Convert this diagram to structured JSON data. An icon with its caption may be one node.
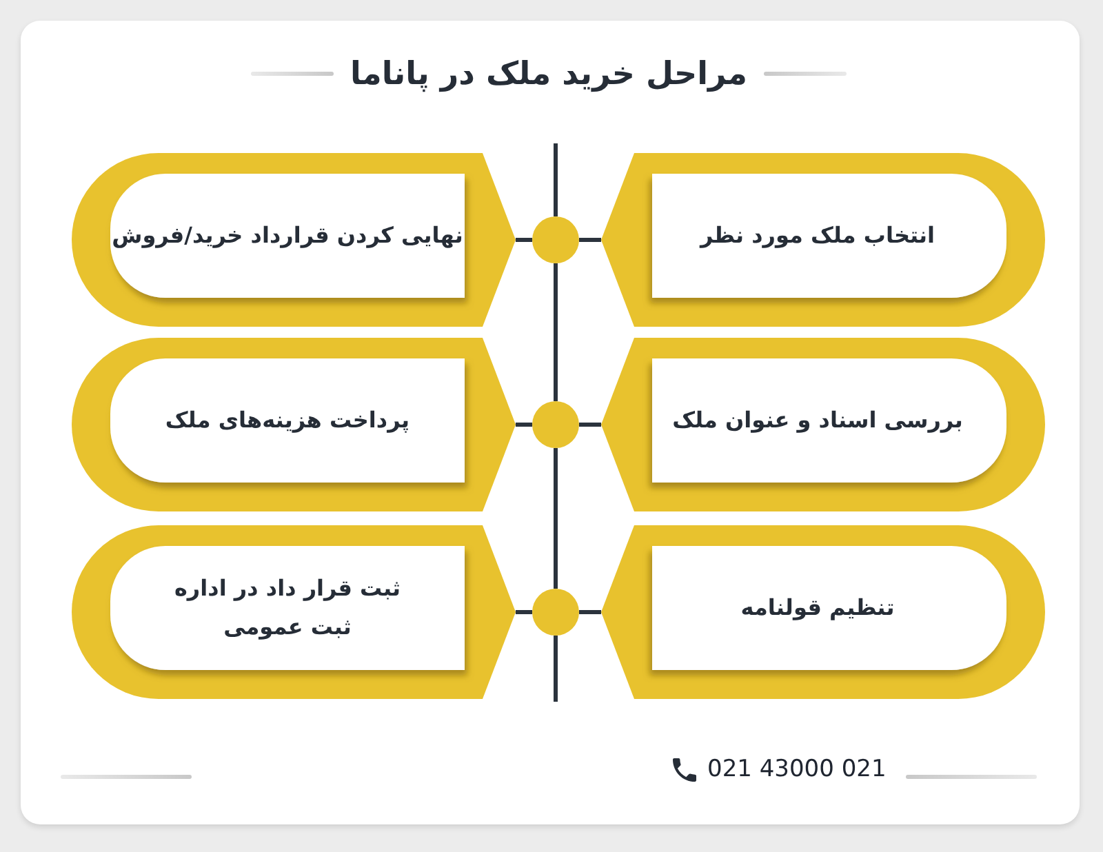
{
  "diagram": {
    "title": "مراحل خرید ملک در پاناما",
    "nodes": [
      {
        "text": [
          "انتخاب ملک مورد نظر"
        ]
      },
      {
        "text": [],
        "shape": "circle"
      },
      {
        "text": [
          "نهایی کردن قرارداد خرید/فروش"
        ]
      },
      {
        "text": [
          "بررسی اسناد و عنوان ملک"
        ]
      },
      {
        "text": [],
        "shape": "circle"
      },
      {
        "text": [
          "پرداخت هزینه‌های ملک"
        ]
      },
      {
        "text": [
          "تنظیم قولنامه"
        ]
      },
      {
        "text": [],
        "shape": "circle"
      },
      {
        "text": [
          "ثبت قرار داد در اداره ثبت عمومی"
        ]
      }
    ],
    "edges": [
      {
        "from": null,
        "to": 1,
        "arrow": "none"
      },
      {
        "from": 1,
        "to": 4,
        "arrow": "none"
      },
      {
        "from": 4,
        "to": 7,
        "arrow": "none"
      },
      {
        "from": 7,
        "to": null,
        "arrow": "none"
      },
      {
        "from": 1,
        "to": 0,
        "arrow": "none"
      },
      {
        "from": 1,
        "to": 2,
        "arrow": "none"
      },
      {
        "from": 4,
        "to": 3,
        "arrow": "none"
      },
      {
        "from": 4,
        "to": 5,
        "arrow": "none"
      },
      {
        "from": 7,
        "to": 6,
        "arrow": "none"
      },
      {
        "from": 7,
        "to": 8,
        "arrow": "none"
      }
    ],
    "labels": [
      "021 43000 021"
    ]
  }
}
